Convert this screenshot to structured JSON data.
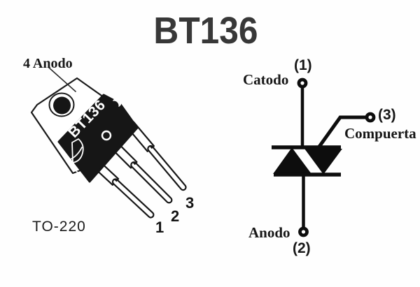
{
  "title": "BT136",
  "package": {
    "marking": "BT136",
    "outline": "TO-220",
    "tab_callout": "4 Anodo",
    "pin_numbers": [
      "1",
      "2",
      "3"
    ]
  },
  "symbol": {
    "cathode": {
      "name": "Catodo",
      "pin": "(1)"
    },
    "gate": {
      "name": "Compuerta",
      "pin": "(3)"
    },
    "anode": {
      "name": "Anodo",
      "pin": "(2)"
    }
  },
  "colors": {
    "ink": "#1a1a1a",
    "title_text": "#383838",
    "package_body": "#161616",
    "marking_text": "#ffffff",
    "background": "#ffffff"
  }
}
